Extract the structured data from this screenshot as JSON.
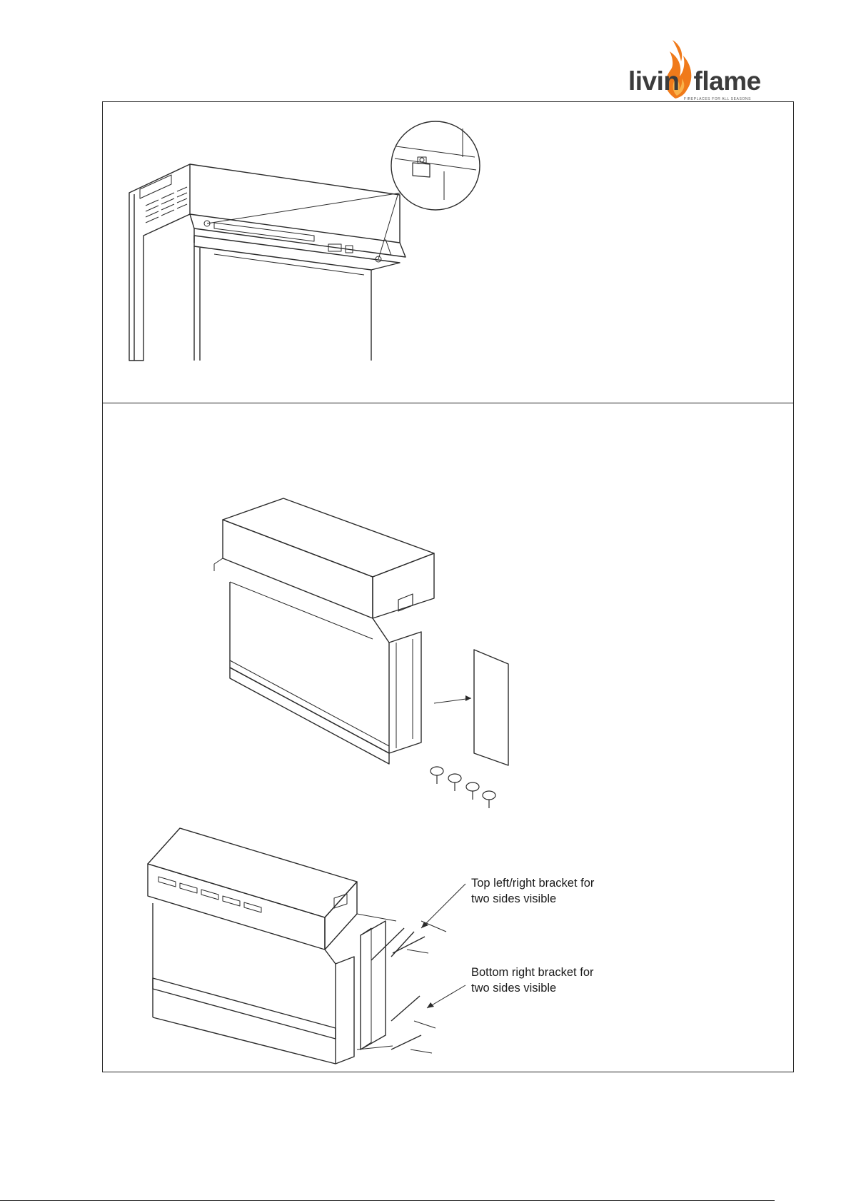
{
  "logo": {
    "word_left": "livin",
    "word_right": "flame",
    "tagline": "FIREPLACES FOR ALL SEASONS",
    "flame_color": "#f07a1a",
    "text_color": "#3c3c3c"
  },
  "callouts": {
    "top_bracket": {
      "line1": "Top left/right bracket for",
      "line2": "two sides visible"
    },
    "bottom_bracket": {
      "line1": "Bottom right  bracket for",
      "line2": "two sides visible"
    }
  }
}
